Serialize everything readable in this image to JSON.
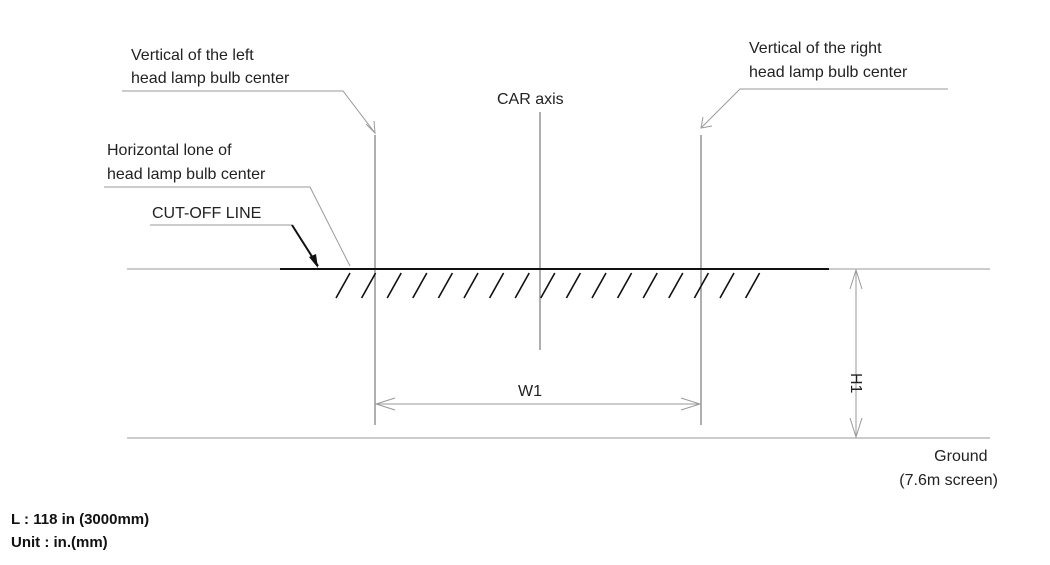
{
  "labels": {
    "left_vertical": [
      "Vertical of the left",
      "head lamp bulb center"
    ],
    "right_vertical": [
      "Vertical of the right",
      "head lamp bulb center"
    ],
    "car_axis": "CAR axis",
    "horizontal_line": [
      "Horizontal lone of",
      "head lamp bulb center"
    ],
    "cutoff_line": "CUT-OFF LINE",
    "w1": "W1",
    "h1": "H1",
    "ground": [
      "Ground",
      "(7.6m screen)"
    ]
  },
  "notes": {
    "distance": "L : 118 in (3000mm)",
    "unit": "Unit : in.(mm)"
  }
}
